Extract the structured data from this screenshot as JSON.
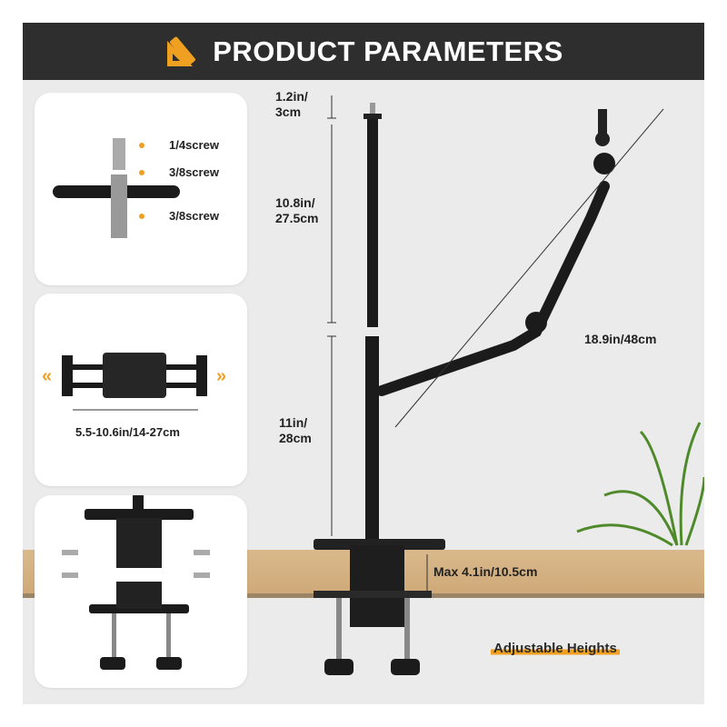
{
  "header": {
    "title": "PRODUCT PARAMETERS",
    "icon": "ruler-triangle-icon",
    "accent": "#f0a020"
  },
  "screw_panel": {
    "labels": [
      "1/4screw",
      "3/8screw",
      "3/8screw"
    ]
  },
  "holder_panel": {
    "range": "5.5-10.6in/14-27cm"
  },
  "dimensions": {
    "top_screw": [
      "1.2in/",
      "3cm"
    ],
    "upper_pole": [
      "10.8in/",
      "27.5cm"
    ],
    "lower_pole": [
      "11in/",
      "28cm"
    ],
    "arm_length": "18.9in/48cm",
    "clamp_max": "Max 4.1in/10.5cm"
  },
  "footer": {
    "tagline": "Adjustable Heights"
  }
}
